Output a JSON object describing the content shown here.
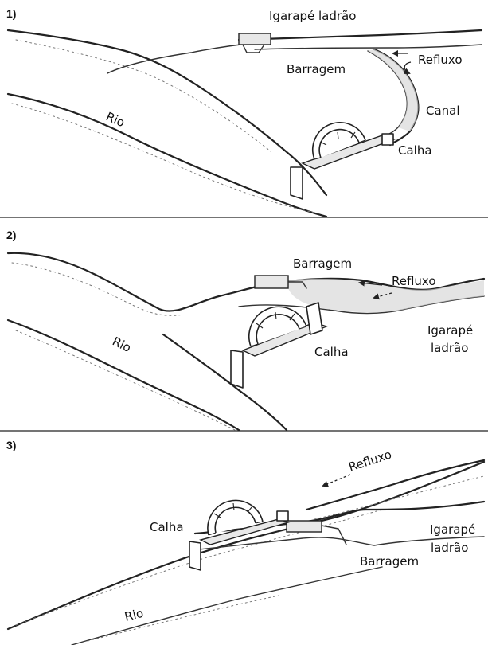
{
  "panels": [
    {
      "number": "1)",
      "labels": {
        "igarape": "Igarapé ladrão",
        "barragem": "Barragem",
        "refluxo": "Refluxo",
        "canal": "Canal",
        "rio": "Rio",
        "calha": "Calha"
      }
    },
    {
      "number": "2)",
      "labels": {
        "barragem": "Barragem",
        "refluxo": "Refluxo",
        "igarape_line1": "Igarapé",
        "igarape_line2": "ladrão",
        "rio": "Rio",
        "calha": "Calha"
      }
    },
    {
      "number": "3)",
      "labels": {
        "refluxo": "Refluxo",
        "calha": "Calha",
        "igarape_line1": "Igarapé",
        "igarape_line2": "ladrão",
        "barragem": "Barragem",
        "rio": "Rio"
      }
    }
  ]
}
